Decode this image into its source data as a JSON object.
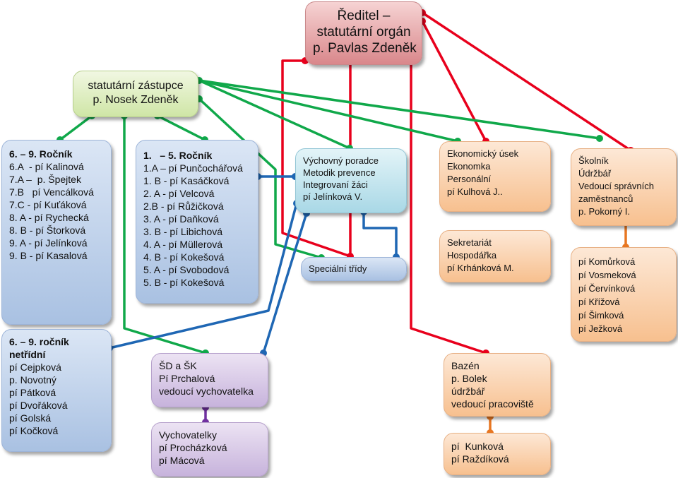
{
  "director": {
    "lines": [
      "Ředitel –",
      "statutární orgán",
      "p. Pavlas Zdeněk"
    ]
  },
  "deputy": {
    "lines": [
      "statutární zástupce",
      "p. Nosek Zdeněk"
    ]
  },
  "grades_6_9": {
    "lines": [
      "6. – 9. Ročník",
      "6.A  - pí Kalinová",
      "7.A –  p. Špejtek",
      "7.B   pí Vencálková",
      "7.C - pí Kuťáková",
      "8. A - pí Rychecká",
      "8. B - pí Štorková",
      "9. A - pí Jelínková",
      "9. B - pí Kasalová"
    ]
  },
  "grades_1_5": {
    "lines": [
      "1.   – 5. Ročník",
      "1.A – pí Punčochářová",
      "1. B - pí Kasáčková",
      "2. A - pí Velcová",
      "2.B - pí Růžičková",
      "3. A - pí Daňková",
      "3. B - pí Libichová",
      "4. A - pí Müllerová",
      "4. B - pí Kokešová",
      "5. A - pí Svobodová",
      "5. B - pí Kokešová"
    ]
  },
  "nonclass": {
    "lines": [
      "6. – 9. ročník",
      "netřídní",
      "pí Cejpková",
      "p. Novotný",
      "pí Pátková",
      "pí Dvořáková",
      "pí Golská",
      "pí Kočková"
    ]
  },
  "counsel": {
    "lines": [
      "Výchovný poradce",
      "Metodik prevence",
      "Integrovaní žáci",
      "pí Jelínková V."
    ]
  },
  "special": {
    "lines": [
      "Speciální třídy"
    ]
  },
  "economic": {
    "lines": [
      "Ekonomický úsek",
      "Ekonomka",
      "Personální",
      "pí Kulhová J.."
    ]
  },
  "secretariat": {
    "lines": [
      "Sekretariát",
      "Hospodářka",
      "pí Krhánková M."
    ]
  },
  "janitor": {
    "lines": [
      "Školník",
      "Údržbář",
      "Vedoucí správních",
      "zaměstnanců",
      "p. Pokorný I."
    ]
  },
  "cleaners": {
    "lines": [
      "pí Komůrková",
      "pí Vosmeková",
      "pí Červínková",
      "pí Křížová",
      "pí Šimková",
      "pí Ježková"
    ]
  },
  "club": {
    "lines": [
      "ŠD a ŠK",
      "Pí Prchalová",
      "vedoucí vychovatelka"
    ]
  },
  "educators": {
    "lines": [
      "Vychovatelky",
      "pí Procházková",
      "pí Mácová"
    ]
  },
  "pool": {
    "lines": [
      "Bazén",
      "p. Bolek",
      "údržbář",
      "vedoucí pracoviště"
    ]
  },
  "pool_staff": {
    "lines": [
      "pí  Kunková",
      "pí Raždíková"
    ]
  },
  "colors": {
    "red": "#e8001c",
    "green": "#10a84a",
    "blue": "#1f67b4",
    "purple": "#7030a0",
    "orange": "#e87722"
  }
}
